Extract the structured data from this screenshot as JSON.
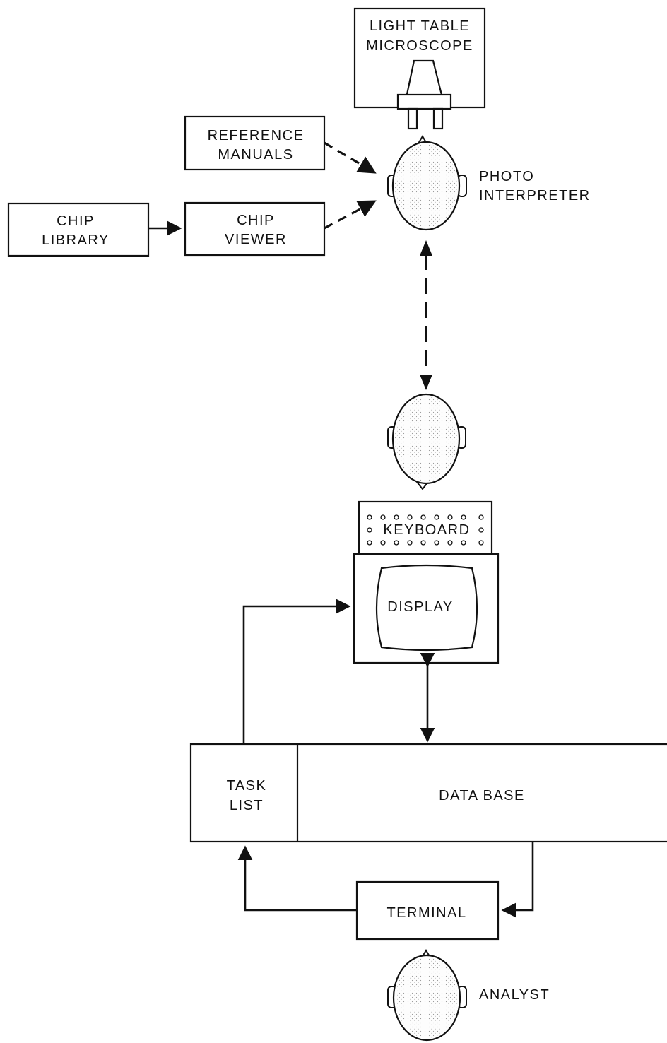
{
  "labels": {
    "light_table_line1": "LIGHT TABLE",
    "light_table_line2": "MICROSCOPE",
    "reference_line1": "REFERENCE",
    "reference_line2": "MANUALS",
    "chip_library_line1": "CHIP",
    "chip_library_line2": "LIBRARY",
    "chip_viewer_line1": "CHIP",
    "chip_viewer_line2": "VIEWER",
    "photo_interpreter_line1": "PHOTO",
    "photo_interpreter_line2": "INTERPRETER",
    "keyboard": "KEYBOARD",
    "display": "DISPLAY",
    "task_list_line1": "TASK",
    "task_list_line2": "LIST",
    "data_base": "DATA BASE",
    "terminal": "TERMINAL",
    "analyst": "ANALYST"
  },
  "icons": [
    "microscope-icon",
    "head-icon",
    "keyboard-icon",
    "monitor-icon",
    "arrow-icon"
  ],
  "colors": {
    "ink": "#111111",
    "paper": "#ffffff"
  }
}
